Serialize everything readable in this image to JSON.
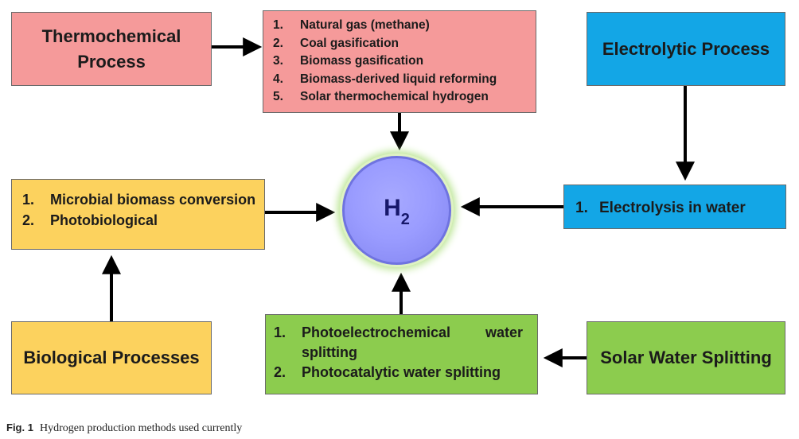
{
  "nodes": {
    "thermochemical": {
      "title": "Thermochemical Process",
      "color": "#f59a9a"
    },
    "thermo_methods": {
      "items": [
        {
          "num": "1.",
          "text": "Natural gas (methane)"
        },
        {
          "num": "2.",
          "text": "Coal gasification"
        },
        {
          "num": "3.",
          "text": "Biomass gasification"
        },
        {
          "num": "4.",
          "text": "Biomass-derived liquid reforming"
        },
        {
          "num": "5.",
          "text": "Solar thermochemical hydrogen"
        }
      ]
    },
    "electrolytic": {
      "title": "Electrolytic Process",
      "color": "#13a6e6"
    },
    "elec_methods": {
      "items": [
        {
          "num": "1.",
          "text": "Electrolysis in water"
        }
      ]
    },
    "bio_methods": {
      "items": [
        {
          "num": "1.",
          "text": "Microbial biomass conversion"
        },
        {
          "num": "2.",
          "text": "Photobiological"
        }
      ]
    },
    "biological": {
      "title": "Biological Processes",
      "color": "#fcd25e"
    },
    "solar_methods": {
      "items": [
        {
          "num": "1.",
          "text": "Photoelectrochemical water splitting"
        },
        {
          "num": "2.",
          "text": "Photocatalytic water splitting"
        }
      ]
    },
    "solar": {
      "title": "Solar Water Splitting",
      "color": "#8ccc4e"
    },
    "hydrogen": {
      "label": "H",
      "subscript": "2",
      "color": "#9a9cff"
    }
  },
  "edges": [
    {
      "from": "thermochemical",
      "to": "thermo_methods"
    },
    {
      "from": "thermo_methods",
      "to": "hydrogen"
    },
    {
      "from": "electrolytic",
      "to": "elec_methods"
    },
    {
      "from": "elec_methods",
      "to": "hydrogen"
    },
    {
      "from": "biological",
      "to": "bio_methods"
    },
    {
      "from": "bio_methods",
      "to": "hydrogen"
    },
    {
      "from": "solar",
      "to": "solar_methods"
    },
    {
      "from": "solar_methods",
      "to": "hydrogen"
    }
  ],
  "caption": {
    "fig": "Fig. 1",
    "text": "Hydrogen production methods used currently"
  }
}
